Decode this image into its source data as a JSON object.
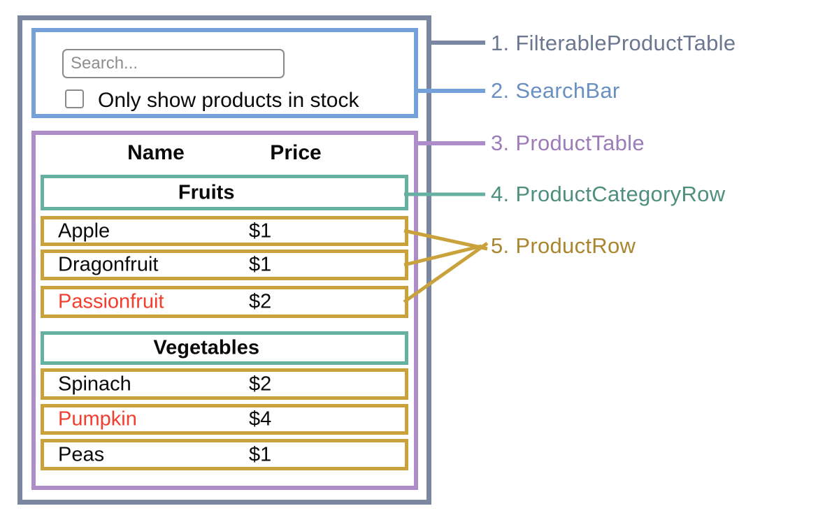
{
  "mock_ui": {
    "search_placeholder": "Search...",
    "checkbox_label": "Only show products in stock",
    "table": {
      "headers": [
        "Name",
        "Price"
      ],
      "sections": [
        {
          "category": "Fruits",
          "rows": [
            {
              "name": "Apple",
              "price": "$1",
              "out_of_stock": false
            },
            {
              "name": "Dragonfruit",
              "price": "$1",
              "out_of_stock": false
            },
            {
              "name": "Passionfruit",
              "price": "$2",
              "out_of_stock": true
            }
          ]
        },
        {
          "category": "Vegetables",
          "rows": [
            {
              "name": "Spinach",
              "price": "$2",
              "out_of_stock": false
            },
            {
              "name": "Pumpkin",
              "price": "$4",
              "out_of_stock": true
            },
            {
              "name": "Peas",
              "price": "$1",
              "out_of_stock": false
            }
          ]
        }
      ]
    }
  },
  "legend": {
    "items": [
      {
        "label": "1. FilterableProductTable",
        "color": "#6b768f"
      },
      {
        "label": "2. SearchBar",
        "color": "#6a8fc2"
      },
      {
        "label": "3. ProductTable",
        "color": "#9d7cba"
      },
      {
        "label": "4. ProductCategoryRow",
        "color": "#4f8f7d"
      },
      {
        "label": "5. ProductRow",
        "color": "#a9862f"
      }
    ]
  },
  "colors": {
    "filterable_product_table_border": "#7b87a1",
    "search_bar_border": "#74a1da",
    "product_table_border": "#ad8dc9",
    "category_row_border": "#65b0a0",
    "product_row_border": "#c9a23c",
    "out_of_stock_text": "#f33d2d",
    "text": "#0a0a0a",
    "input_border": "#8a8a8a",
    "placeholder_text": "#8e8e8e",
    "background": "#ffffff"
  }
}
